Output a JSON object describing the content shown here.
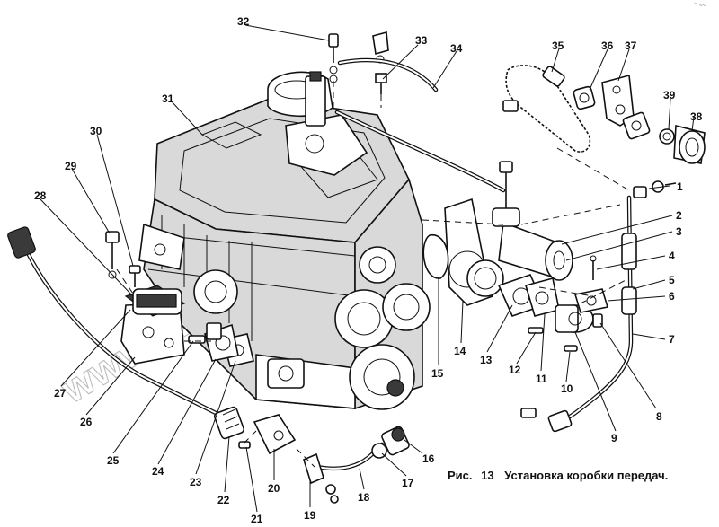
{
  "caption": {
    "prefix": "Рис.",
    "number": "13",
    "title": "Установка коробки передач."
  },
  "watermark": "www.simkad-too.kz",
  "corner_mark": "\"\" ~~",
  "part_numbers": [
    "1",
    "2",
    "3",
    "4",
    "5",
    "6",
    "7",
    "8",
    "9",
    "10",
    "11",
    "12",
    "13",
    "14",
    "15",
    "16",
    "17",
    "18",
    "19",
    "20",
    "21",
    "22",
    "23",
    "24",
    "25",
    "26",
    "27",
    "28",
    "29",
    "30",
    "31",
    "32",
    "33",
    "34",
    "35",
    "36",
    "37",
    "38",
    "39"
  ]
}
